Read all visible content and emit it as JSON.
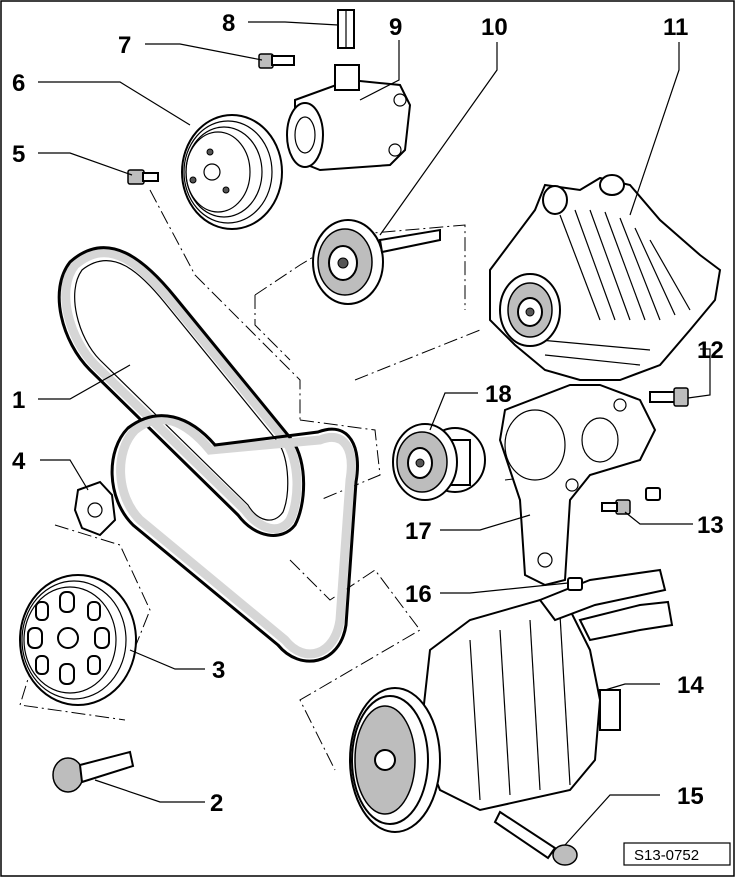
{
  "callouts": [
    {
      "id": "c1",
      "label": "1"
    },
    {
      "id": "c2",
      "label": "2"
    },
    {
      "id": "c3",
      "label": "3"
    },
    {
      "id": "c4",
      "label": "4"
    },
    {
      "id": "c5",
      "label": "5"
    },
    {
      "id": "c6",
      "label": "6"
    },
    {
      "id": "c7",
      "label": "7"
    },
    {
      "id": "c8",
      "label": "8"
    },
    {
      "id": "c9",
      "label": "9"
    },
    {
      "id": "c10",
      "label": "10"
    },
    {
      "id": "c11",
      "label": "11"
    },
    {
      "id": "c12",
      "label": "12"
    },
    {
      "id": "c13",
      "label": "13"
    },
    {
      "id": "c14",
      "label": "14"
    },
    {
      "id": "c15",
      "label": "15"
    },
    {
      "id": "c16",
      "label": "16"
    },
    {
      "id": "c17",
      "label": "17"
    },
    {
      "id": "c18",
      "label": "18"
    }
  ],
  "reference_code": "S13-0752",
  "colors": {
    "line": "#000000",
    "background": "#ffffff",
    "belt_shade": "#d6d6d6",
    "metal_shade": "#bdbdbd"
  }
}
